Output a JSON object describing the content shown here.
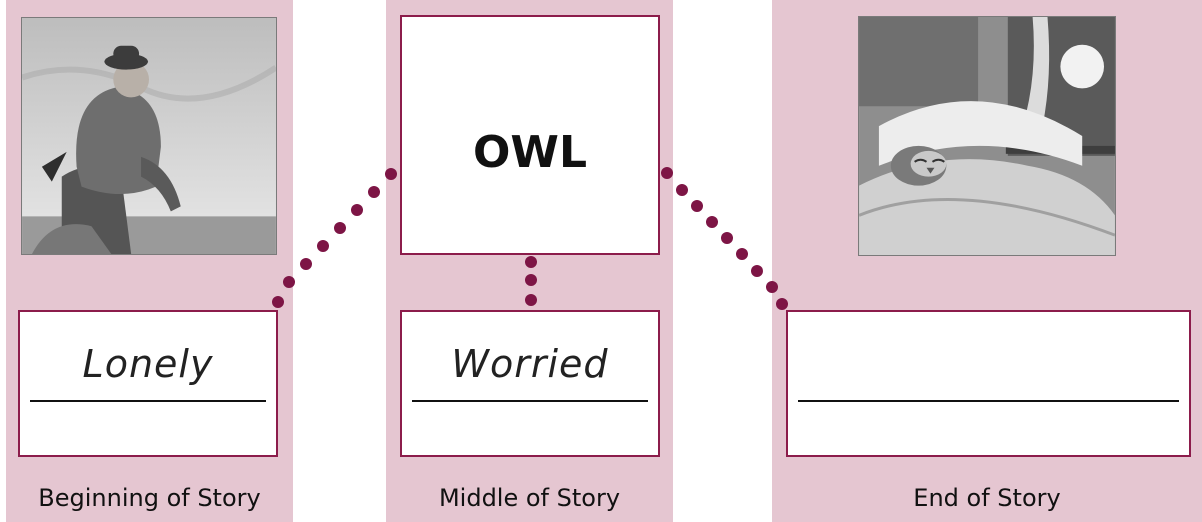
{
  "panels": [
    {
      "caption": "Beginning of Story",
      "answer": "Lonely",
      "picture_icon": "man-on-stump-illustration"
    },
    {
      "caption": "Middle of Story",
      "answer": "Worried",
      "title": "OWL"
    },
    {
      "caption": "End of Story",
      "answer": "",
      "picture_icon": "owl-in-bed-illustration"
    }
  ],
  "colors": {
    "panel_background": "#e5c6d1",
    "box_border": "#8c1c4b",
    "dots": "#7d1545"
  }
}
